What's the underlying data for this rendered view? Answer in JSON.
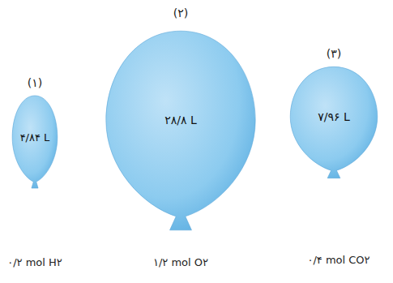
{
  "diagram": {
    "nodes": [
      {
        "text": [
          "(۱)",
          "۴/۸۴ L"
        ]
      },
      {
        "text": [
          "(۲)",
          "۲۸/۸ L"
        ]
      },
      {
        "text": [
          "(۳)",
          "۷/۹۶ L"
        ]
      }
    ],
    "labels": [
      "۰/۲ mol H۲",
      "۱/۲ mol O۲",
      "۰/۴ mol CO۲"
    ]
  }
}
